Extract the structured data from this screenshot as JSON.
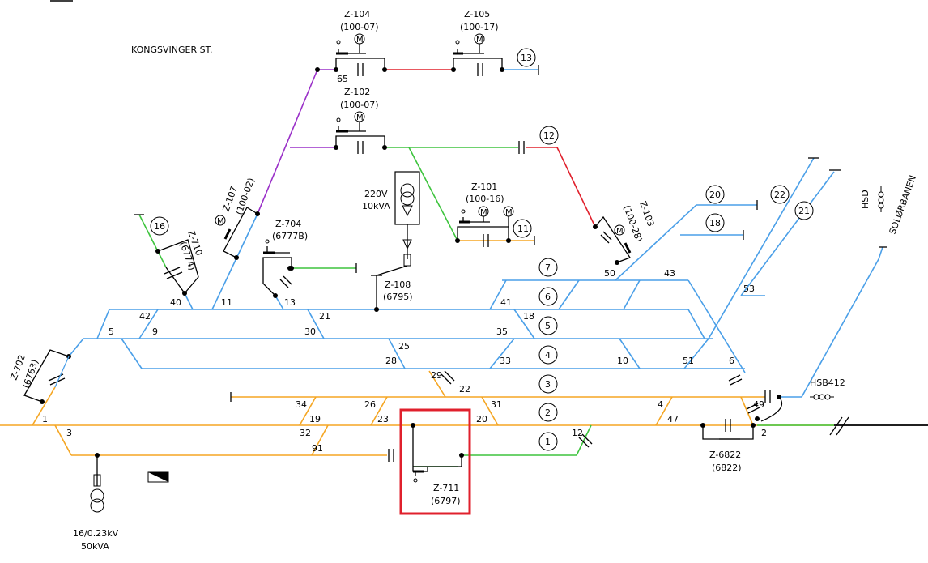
{
  "title": "KONGSVINGER ST.",
  "colors": {
    "orange": "#f5a623",
    "blue": "#4a9fe8",
    "green": "#3ec43e",
    "purple": "#9a30c8",
    "red": "#e0202c",
    "black": "#000000",
    "highlight": "#e0202c"
  },
  "switches": [
    {
      "id": "z104",
      "label": "Z-104",
      "sub": "(100-07)"
    },
    {
      "id": "z105",
      "label": "Z-105",
      "sub": "(100-17)"
    },
    {
      "id": "z102",
      "label": "Z-102",
      "sub": "(100-07)"
    },
    {
      "id": "z101",
      "label": "Z-101",
      "sub": "(100-16)"
    },
    {
      "id": "z103",
      "label": "Z-103",
      "sub": "(100-28)"
    },
    {
      "id": "z107",
      "label": "Z-107",
      "sub": "(100-02)"
    },
    {
      "id": "z704",
      "label": "Z-704",
      "sub": "(6777B)"
    },
    {
      "id": "z710",
      "label": "Z-710",
      "sub": "(6774)"
    },
    {
      "id": "z702",
      "label": "Z-702",
      "sub": "(6763)"
    },
    {
      "id": "z108",
      "label": "Z-108",
      "sub": "(6795)"
    },
    {
      "id": "z711",
      "label": "Z-711",
      "sub": "(6797)"
    },
    {
      "id": "z6822",
      "label": "Z-6822",
      "sub": "(6822)"
    }
  ],
  "tracks": [
    "1",
    "2",
    "3",
    "4",
    "5",
    "6",
    "7",
    "11",
    "12",
    "13",
    "16",
    "18",
    "20",
    "21",
    "22"
  ],
  "nodes": [
    "65",
    "40",
    "11",
    "13",
    "42",
    "5",
    "9",
    "21",
    "30",
    "41",
    "18",
    "35",
    "25",
    "28",
    "33",
    "10",
    "51",
    "6",
    "50",
    "43",
    "53",
    "29",
    "22",
    "34",
    "26",
    "31",
    "4",
    "49",
    "1",
    "19",
    "23",
    "20",
    "47",
    "2",
    "3",
    "32",
    "91",
    "12"
  ],
  "transformer_top": {
    "voltage": "220V",
    "power": "10kVA"
  },
  "transformer_bottom": {
    "voltage": "16/0.23kV",
    "power": "50kVA"
  },
  "labels": {
    "hsd": "HSD",
    "solorbanen": "SOLØRBANEN",
    "hsb": "HSB412",
    "motor": "M"
  }
}
